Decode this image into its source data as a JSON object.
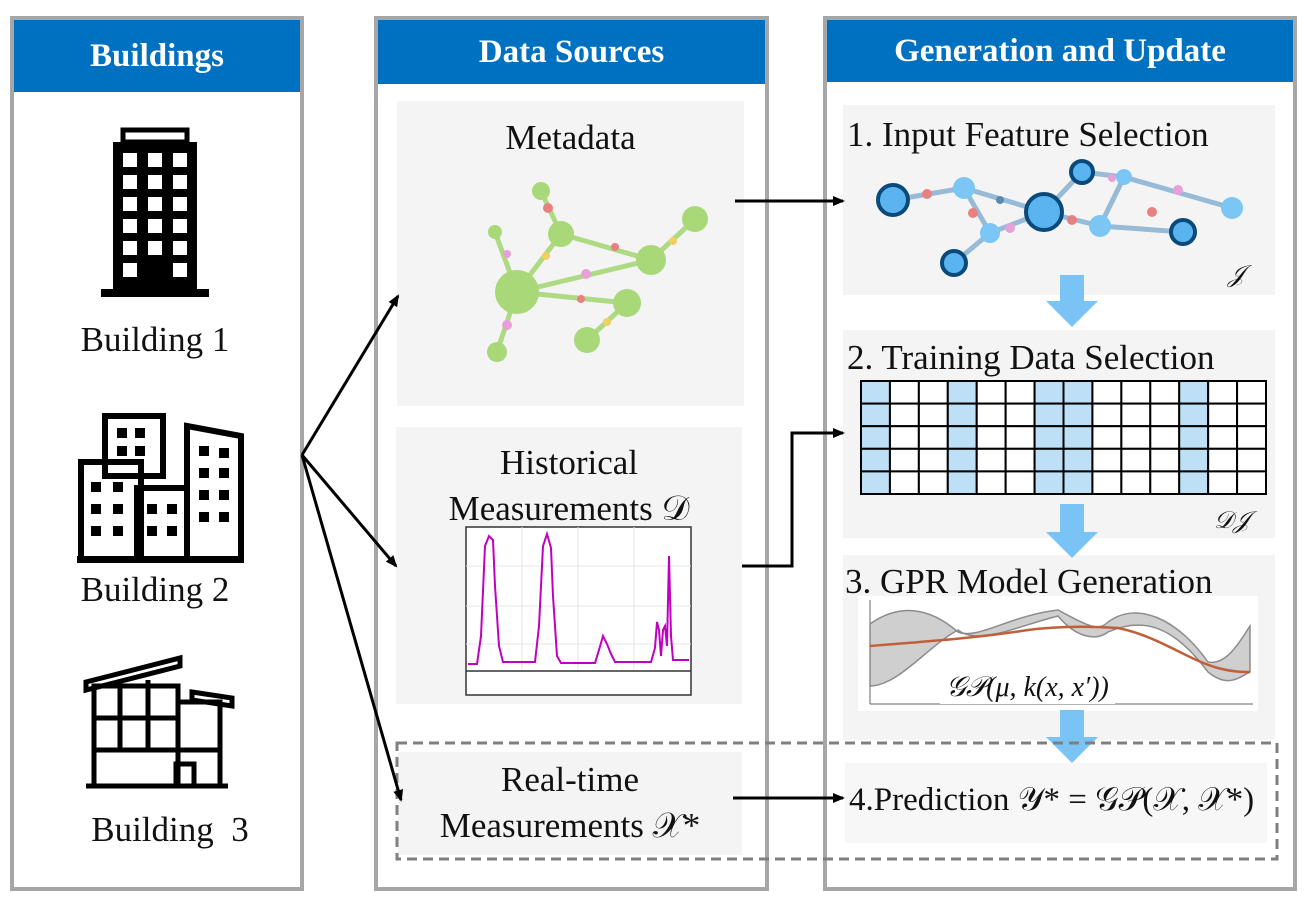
{
  "columns": {
    "buildings": {
      "header": "Buildings",
      "items": [
        "Building 1",
        "Building 2",
        "Building  3"
      ]
    },
    "data_sources": {
      "header": "Data Sources",
      "metadata_label": "Metadata",
      "historical_line1": "Historical",
      "historical_line2": "Measurements 𝒟",
      "realtime_line1": "Real-time",
      "realtime_line2": "Measurements 𝒳*"
    },
    "generation": {
      "header": "Generation and Update",
      "step1": "1. Input Feature Selection",
      "step1_symbol": "𝒥",
      "step2": "2. Training Data Selection",
      "step2_symbol": "𝒟𝒥",
      "step3": "3. GPR Model Generation",
      "step3_formula": "𝒢𝒫(μ, k(x, x′))",
      "step4": "4.Prediction 𝒴* = 𝒢𝒫(𝒳, 𝒳*)"
    }
  },
  "colors": {
    "header_blue": "#0070c0",
    "border_gray": "#a6a6a6",
    "panel_gray": "#f4f4f4",
    "selected_cell": "#bde0f7",
    "down_arrow": "#79c3f5",
    "magenta_line": "#c000c0",
    "model_mean": "#c0603a",
    "metadata_node": "#a8d878",
    "feature_node": "#7cc6f5"
  },
  "training_grid": {
    "rows": 5,
    "cols": 14,
    "selected_columns": [
      0,
      3,
      6,
      7,
      11
    ]
  }
}
